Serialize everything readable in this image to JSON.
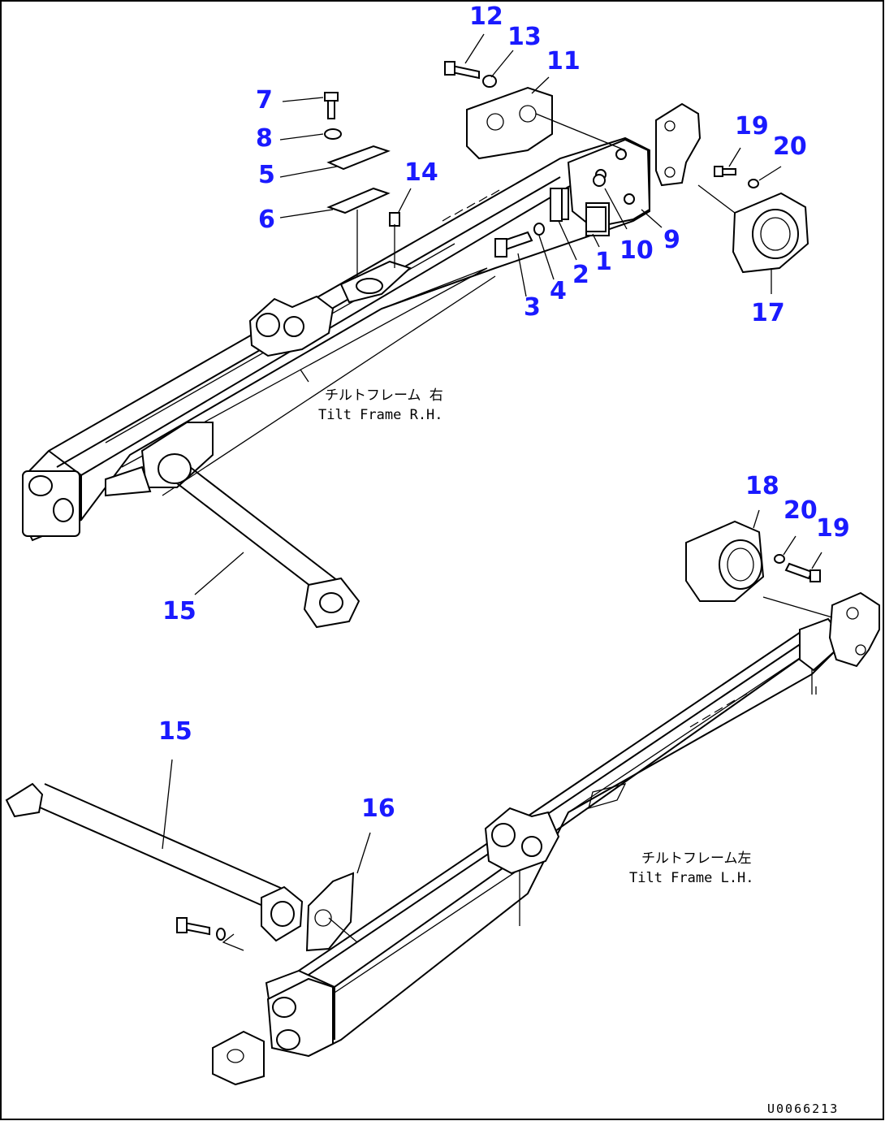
{
  "callouts": [
    {
      "id": "c12",
      "label": "12"
    },
    {
      "id": "c13",
      "label": "13"
    },
    {
      "id": "c11",
      "label": "11"
    },
    {
      "id": "c7",
      "label": "7"
    },
    {
      "id": "c8",
      "label": "8"
    },
    {
      "id": "c5",
      "label": "5"
    },
    {
      "id": "c6",
      "label": "6"
    },
    {
      "id": "c14",
      "label": "14"
    },
    {
      "id": "c3",
      "label": "3"
    },
    {
      "id": "c4",
      "label": "4"
    },
    {
      "id": "c2",
      "label": "2"
    },
    {
      "id": "c1",
      "label": "1"
    },
    {
      "id": "c10",
      "label": "10"
    },
    {
      "id": "c9",
      "label": "9"
    },
    {
      "id": "c19a",
      "label": "19"
    },
    {
      "id": "c20a",
      "label": "20"
    },
    {
      "id": "c17",
      "label": "17"
    },
    {
      "id": "c15a",
      "label": "15"
    },
    {
      "id": "c18",
      "label": "18"
    },
    {
      "id": "c20b",
      "label": "20"
    },
    {
      "id": "c19b",
      "label": "19"
    },
    {
      "id": "c15b",
      "label": "15"
    },
    {
      "id": "c16",
      "label": "16"
    }
  ],
  "frame_labels": {
    "right_jp": "チルトフレーム 右",
    "right_en": "Tilt Frame R.H.",
    "left_jp": "チルトフレーム左",
    "left_en": "Tilt Frame L.H."
  },
  "drawing_id": "U0066213",
  "colors": {
    "callout": "#1a1aff",
    "line": "#000000",
    "background": "#ffffff"
  }
}
